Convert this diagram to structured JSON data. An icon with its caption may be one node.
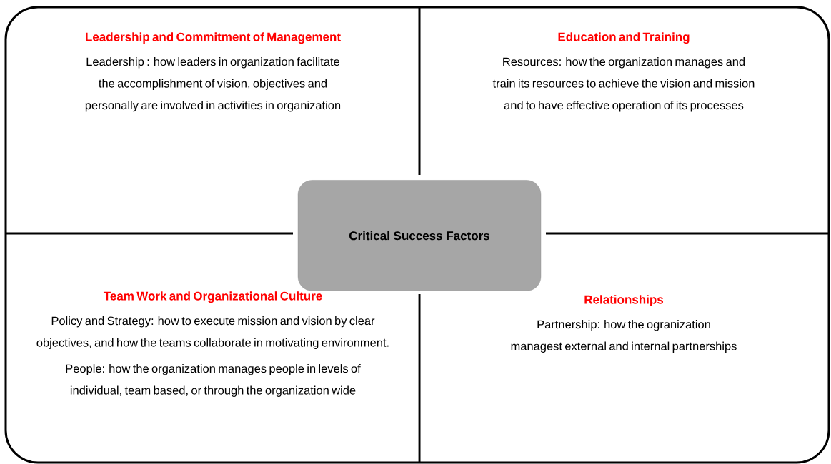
{
  "diagram": {
    "nodes": [
      {
        "text": [
          "Leadership and Commitment of Management",
          "Leadership : how leaders in organization facilitate the accomplishment of vision, objectives and personally are involved in activities in organization"
        ]
      },
      {
        "text": [
          "Education and Training",
          "Resources: how the organization manages and train its resources to achieve the vision and mission and to have effective operation of its processes"
        ]
      },
      {
        "text": [
          "Critical Success Factors"
        ]
      },
      {
        "text": [
          "Team Work and Organizational Culture",
          "Policy and Strategy: how to execute mission and vision by clear objectives, and how the teams collaborate in motivating environment.",
          "People: how the organization manages people in levels of individual, team based, or through the organization wide"
        ]
      },
      {
        "text": [
          "Relationships",
          "Partnership: how the ogranization managest external and internal partnerships"
        ]
      }
    ]
  }
}
